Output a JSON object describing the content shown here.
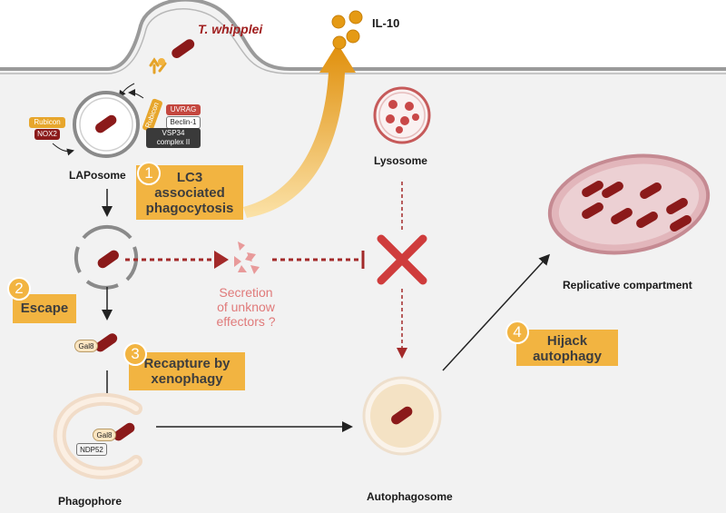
{
  "colors": {
    "membrane": "#9a9a9a",
    "cytoplasm": "#f2f2f2",
    "bacterium": "#8b1a1a",
    "step_box": "#f2b441",
    "il10": "#e59a14",
    "effector": "#e07a7a",
    "mitochondrion": "#d9a7ad",
    "autophagosome": "#f3dfc0"
  },
  "labels": {
    "pathogen": "T. whipplei",
    "cytokine": "IL-10",
    "laposome": "LAPosome",
    "lysosome": "Lysosome",
    "phagophore": "Phagophore",
    "autophagosome": "Autophagosome",
    "replicative": "Replicative compartment",
    "secretion_1": "Secretion",
    "secretion_2": "of unknow",
    "secretion_3": "effectors ?"
  },
  "proteins": {
    "rubicon": "Rubicon",
    "nox2": "NOX2",
    "rubicon_complex": "Rubicon",
    "uvrag": "UVRAG",
    "beclin": "Beclin-1",
    "vsp34_1": "VSP34",
    "vsp34_2": "complex II",
    "gal8_a": "Gal8",
    "gal8_b": "Gal8",
    "ndp52": "NDP52"
  },
  "steps": [
    {
      "num": "1",
      "line1": "LC3",
      "line2": "associated",
      "line3": "phagocytosis"
    },
    {
      "num": "2",
      "line1": "Escape"
    },
    {
      "num": "3",
      "line1": "Recapture by",
      "line2": "xenophagy"
    },
    {
      "num": "4",
      "line1": "Hijack",
      "line2": "autophagy"
    }
  ]
}
